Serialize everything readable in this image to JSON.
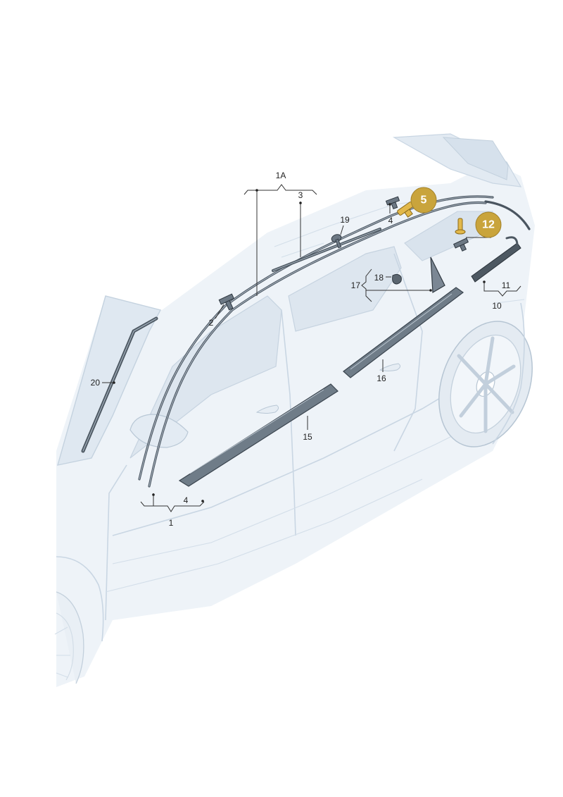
{
  "labels": {
    "l1A": "1A",
    "l3": "3",
    "l19": "19",
    "l2": "2",
    "l4_top": "4",
    "l18": "18",
    "l17": "17",
    "l11": "11",
    "l10": "10",
    "l16": "16",
    "l15": "15",
    "l20": "20",
    "l4_bottom": "4",
    "l1": "1"
  },
  "badges": {
    "b5": "5",
    "b12": "12"
  },
  "colors": {
    "badge_fill": "#c9a43c",
    "highlight_part": "#e2b84a",
    "body_tint": "#e8eff6"
  }
}
